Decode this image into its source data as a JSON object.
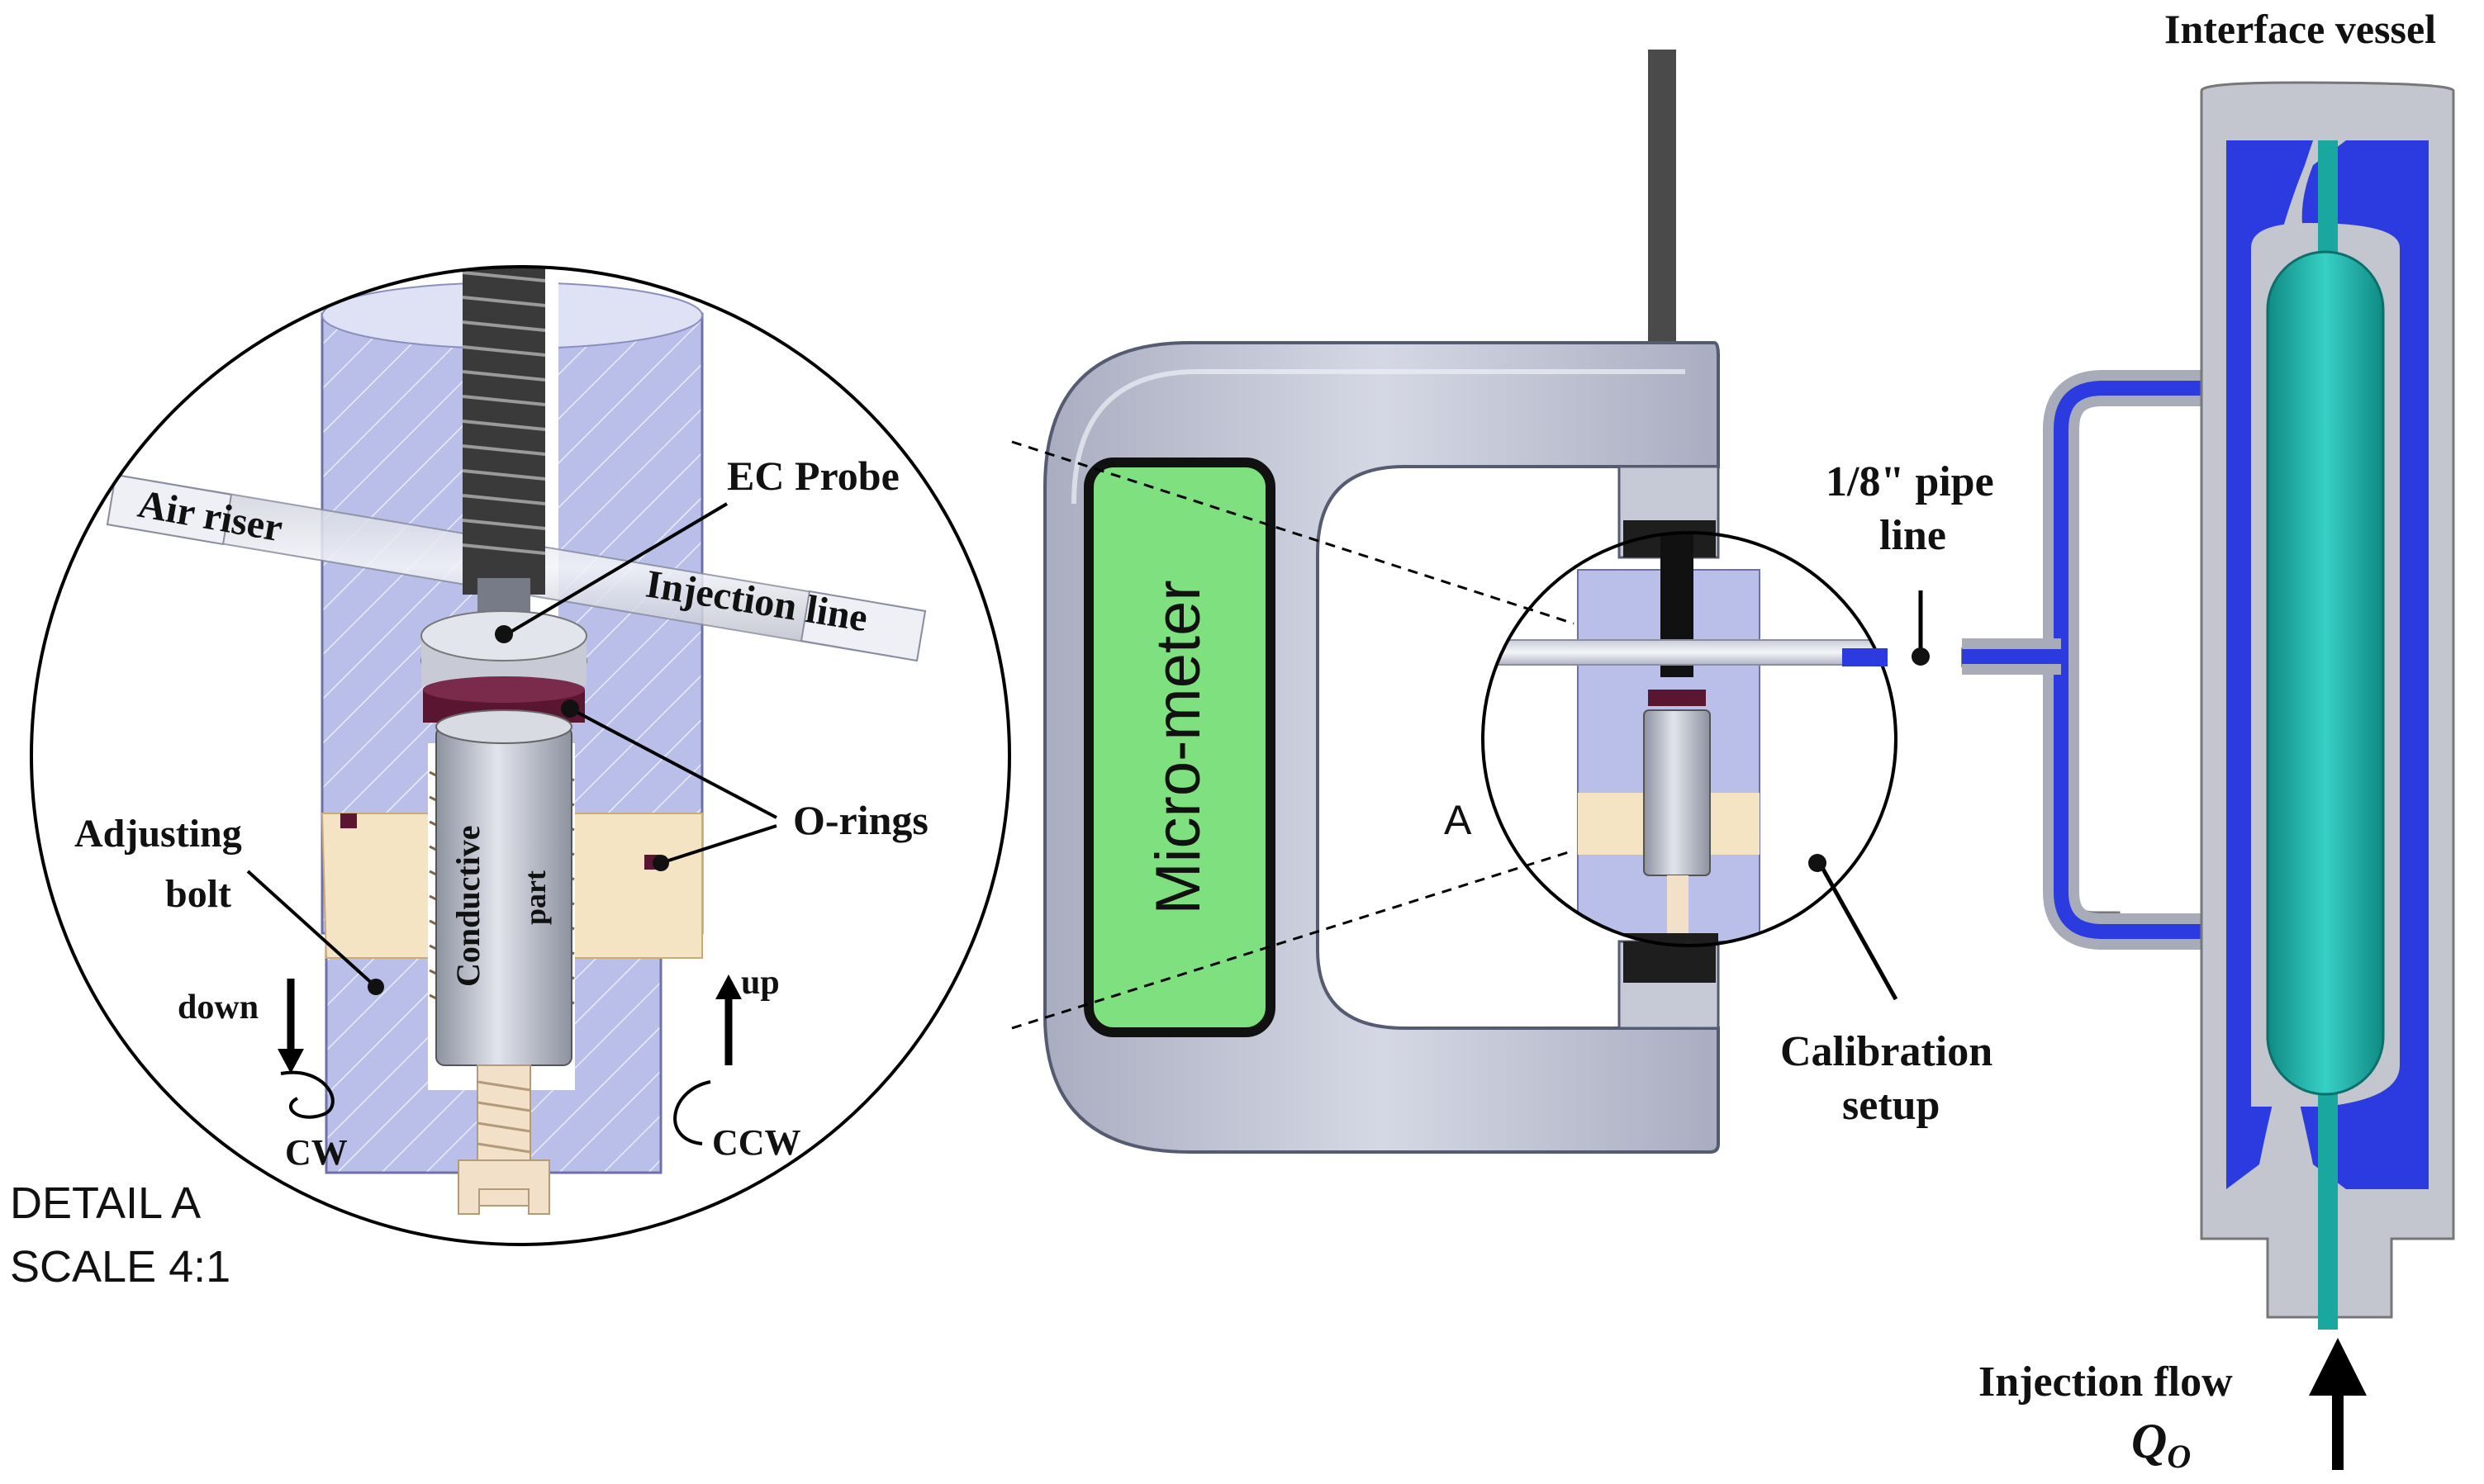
{
  "labels": {
    "interface_vessel": "Interface vessel",
    "ec_probe": "EC Probe",
    "air_riser": "Air riser",
    "injection_line": "Injection line",
    "o_rings": "O-rings",
    "adjusting_bolt_1": "Adjusting",
    "adjusting_bolt_2": "bolt",
    "conductive_part_1": "Conductive",
    "conductive_part_2": "part",
    "down": "down",
    "up": "up",
    "cw": "CW",
    "ccw": "CCW",
    "detail_a_1": "DETAIL A",
    "detail_a_2": "SCALE 4:1",
    "micrometer": "Micro-meter",
    "section_a": "A",
    "pipe_line_1": "1/8\" pipe",
    "pipe_line_2": "line",
    "calibration_1": "Calibration",
    "calibration_2": "setup",
    "injection_flow": "Injection flow",
    "flow_symbol": "Q",
    "flow_subscript": "O"
  },
  "colors": {
    "housing_blue": "#b9bfe8",
    "bolt_cream": "#f4e4c4",
    "steel_grey": "#b6bac8",
    "micrometer_green": "#7ee07e",
    "vessel_blue": "#2b3be0",
    "vessel_teal": "#1aa7a0",
    "oring_purple": "#5a1530",
    "frame_grey": "#c3c7d6"
  }
}
